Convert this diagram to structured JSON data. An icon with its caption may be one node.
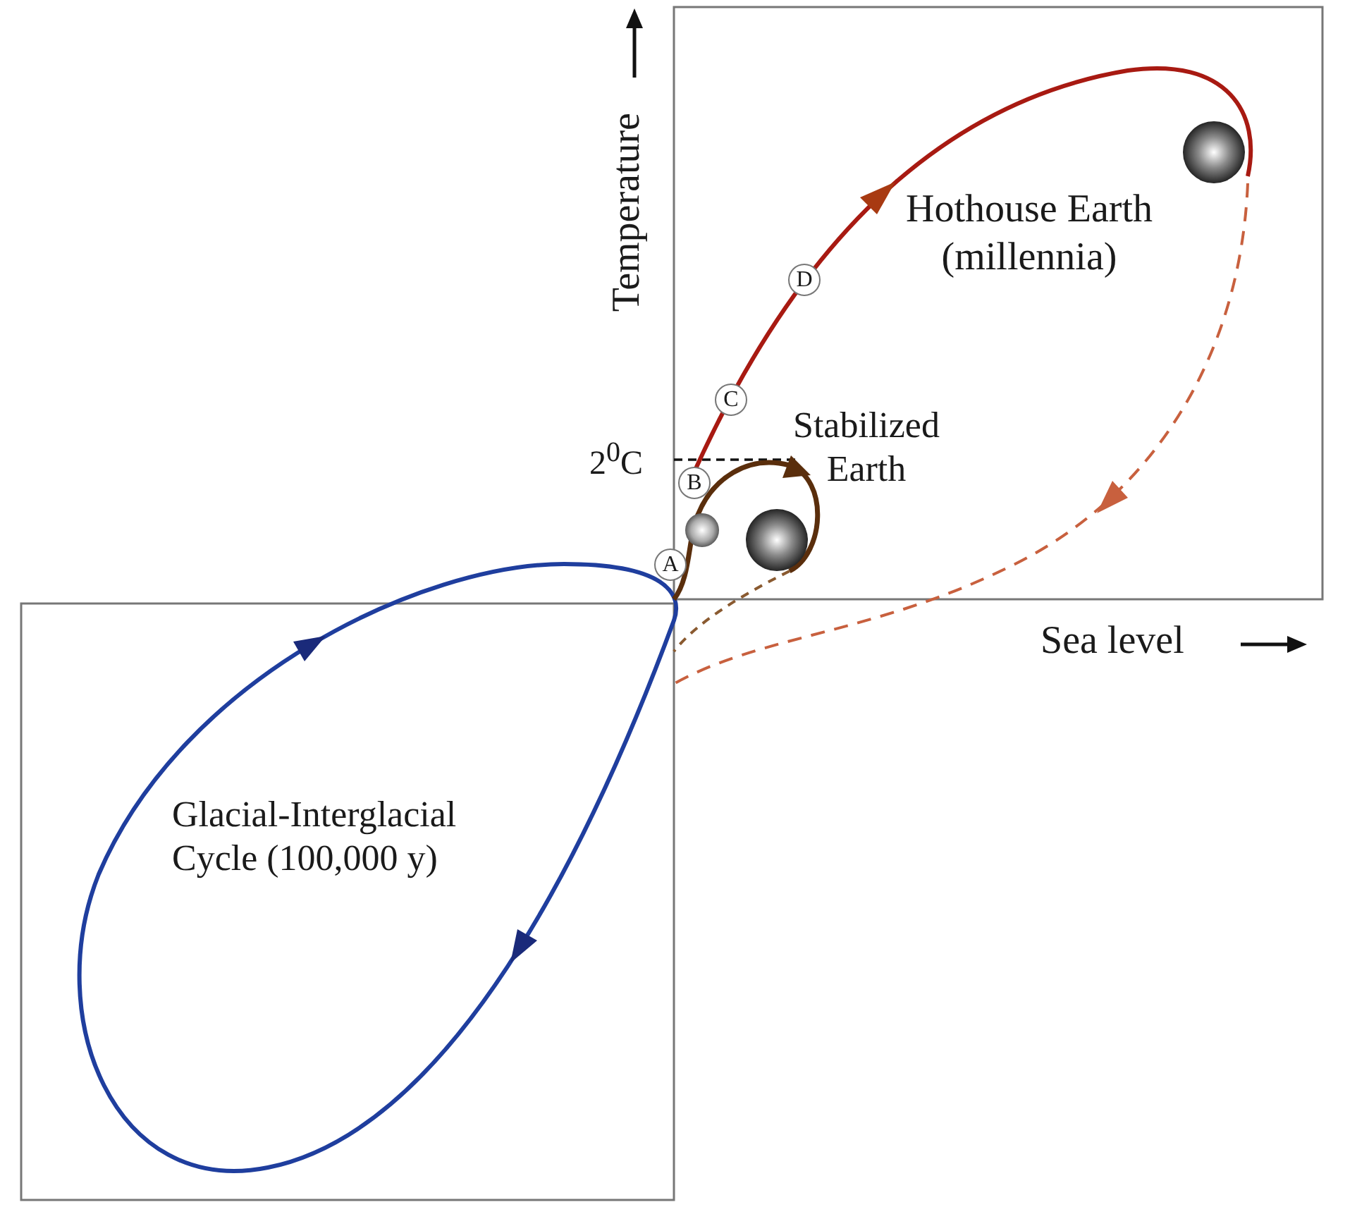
{
  "diagram": {
    "labels": [
      "Temperature",
      "Hothouse Earth (millennia)",
      "D",
      "C",
      "Stabilized Earth",
      "2$^{0}$C",
      "B",
      "A",
      "Sea level",
      "Glacial-Interglacial Cycle (100,000 y)"
    ]
  }
}
